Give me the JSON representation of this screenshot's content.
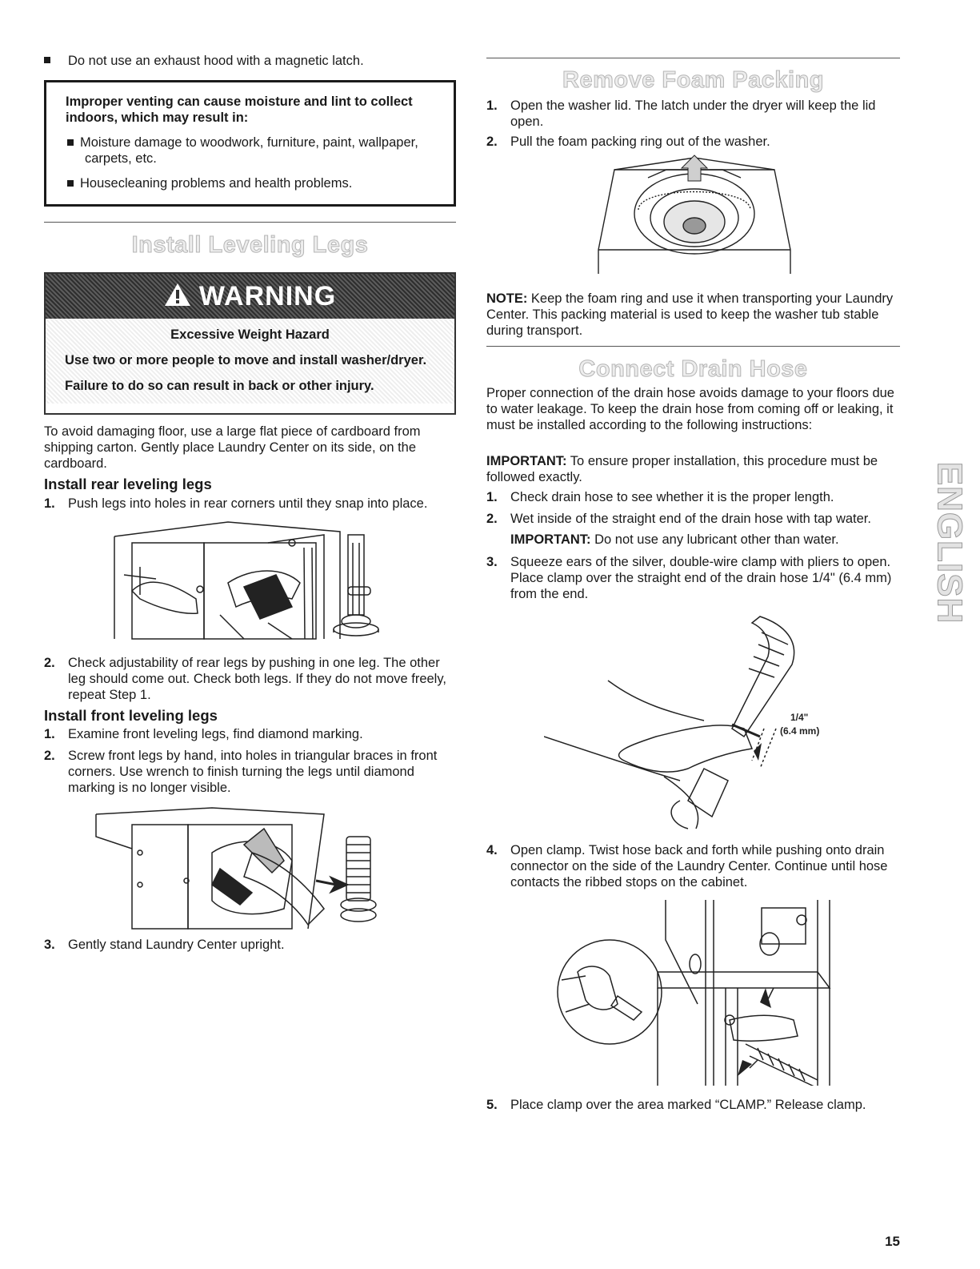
{
  "left": {
    "top_bullet": "Do not use an exhaust hood with a magnetic latch.",
    "caution_box": {
      "heading": "Improper venting can cause moisture and lint to collect indoors, which may result in:",
      "items": [
        "Moisture damage to woodwork, furniture, paint, wallpaper, carpets, etc.",
        "Housecleaning problems and health problems."
      ]
    },
    "section_title": "Install Leveling Legs",
    "warning": {
      "signal_word": "WARNING",
      "hazard": "Excessive Weight Hazard",
      "line1": "Use two or more people to move and install washer/dryer.",
      "line2": "Failure to do so can result in back or other injury."
    },
    "intro": "To avoid damaging floor, use a large flat piece of cardboard from shipping carton. Gently place Laundry Center on its side, on the cardboard.",
    "rear_heading": "Install rear leveling legs",
    "rear_steps": [
      {
        "num": "1.",
        "text": "Push legs into holes in rear corners until they snap into place."
      },
      {
        "num": "2.",
        "text": "Check adjustability of rear legs by pushing in one leg. The other leg should come out. Check both legs. If they do not move freely, repeat Step 1."
      }
    ],
    "front_heading": "Install front leveling legs",
    "front_steps": [
      {
        "num": "1.",
        "text": "Examine front leveling legs, find diamond marking."
      },
      {
        "num": "2.",
        "text": "Screw front legs by hand, into holes in triangular braces in front corners. Use wrench to finish turning the legs until diamond marking is no longer visible."
      },
      {
        "num": "3.",
        "text": "Gently stand Laundry Center upright."
      }
    ]
  },
  "right": {
    "foam_title": "Remove Foam Packing",
    "foam_steps": [
      {
        "num": "1.",
        "text": "Open the washer lid. The latch under the dryer will keep the lid open."
      },
      {
        "num": "2.",
        "text": "Pull the foam packing ring out of the washer."
      }
    ],
    "note_label": "NOTE:",
    "note_text": " Keep the foam ring and use it when transporting your Laundry Center. This packing material is used to keep the washer tub stable during transport.",
    "drain_title": "Connect Drain Hose",
    "drain_intro": "Proper connection of the drain hose avoids damage to your floors due to water leakage. To keep the drain hose from coming off or leaking, it must be installed according to the following instructions:",
    "important_label": "IMPORTANT:",
    "important_text": " To ensure proper installation, this procedure must be followed exactly.",
    "drain_steps": [
      {
        "num": "1.",
        "text": "Check drain hose to see whether it is the proper length."
      },
      {
        "num": "2.",
        "text": "Wet inside of the straight end of the drain hose with tap water."
      },
      {
        "num": "3.",
        "text": "Squeeze ears of the silver, double-wire clamp with pliers to open. Place clamp over the straight end of the drain hose 1/4\" (6.4 mm) from the end."
      },
      {
        "num": "4.",
        "text": "Open clamp. Twist hose back and forth while pushing onto drain connector on the side of the Laundry Center. Continue until hose contacts the ribbed stops on the cabinet."
      },
      {
        "num": "5.",
        "text": "Place clamp over the area marked “CLAMP.” Release clamp."
      }
    ],
    "step2_important_label": "IMPORTANT:",
    "step2_important_text": " Do not use any lubricant other than water.",
    "clamp_label_in": "1/4\"",
    "clamp_label_mm": "(6.4 mm)"
  },
  "side_tab": "ENGLISH",
  "page_number": "15"
}
